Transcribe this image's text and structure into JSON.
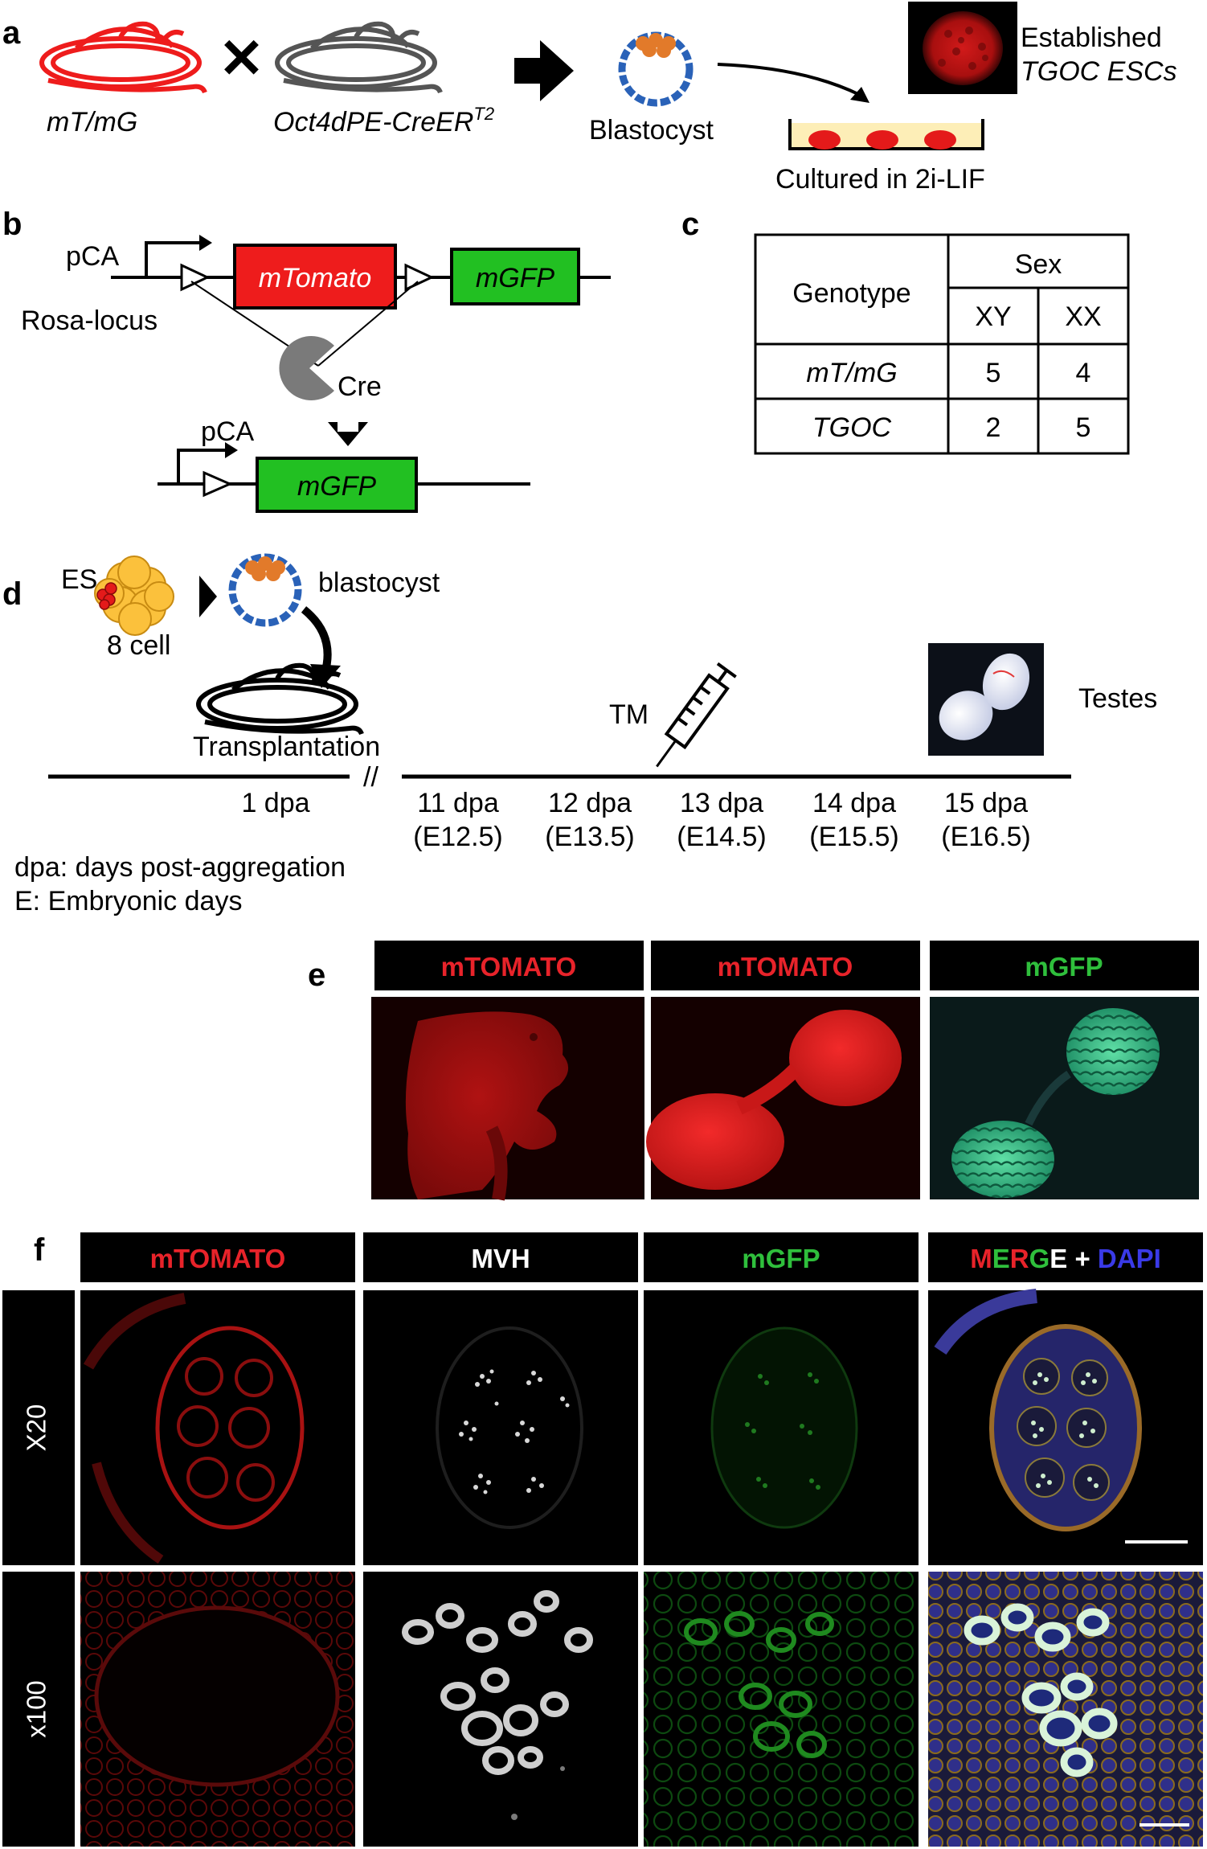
{
  "panels": {
    "a": {
      "label": "a",
      "mouse1": "mT/mG",
      "mouse2": "Oct4dPE-CreER",
      "mouse2_sup": "T2",
      "cross": "✕",
      "blastocyst": "Blastocyst",
      "culture": "Cultured in 2i-LIF",
      "established_line1": "Established",
      "established_line2": "TGOC ESCs"
    },
    "b": {
      "label": "b",
      "promoter": "pCA",
      "locus": "Rosa-locus",
      "gene_red": "mTomato",
      "gene_green": "mGFP",
      "cre": "Cre",
      "promoter2": "pCA",
      "gene_green2": "mGFP"
    },
    "c": {
      "label": "c",
      "header_genotype": "Genotype",
      "header_sex": "Sex",
      "col_xy": "XY",
      "col_xx": "XX",
      "rows": [
        {
          "genotype": "mT/mG",
          "xy": "5",
          "xx": "4"
        },
        {
          "genotype": "TGOC",
          "xy": "2",
          "xx": "5"
        }
      ]
    },
    "d": {
      "label": "d",
      "es": "ES",
      "eight_cell": "8 cell",
      "blastocyst": "blastocyst",
      "transplantation": "Transplantation",
      "tm": "TM",
      "testes": "Testes",
      "break_mark": "//",
      "timepoints": [
        {
          "dpa": "1 dpa",
          "e": ""
        },
        {
          "dpa": "11 dpa",
          "e": "(E12.5)"
        },
        {
          "dpa": "12 dpa",
          "e": "(E13.5)"
        },
        {
          "dpa": "13 dpa",
          "e": "(E14.5)"
        },
        {
          "dpa": "14 dpa",
          "e": "(E15.5)"
        },
        {
          "dpa": "15 dpa",
          "e": "(E16.5)"
        }
      ],
      "legend1": "dpa: days post-aggregation",
      "legend2": "E: Embryonic days"
    },
    "e": {
      "label": "e",
      "headers": [
        "mTOMATO",
        "mTOMATO",
        "mGFP"
      ]
    },
    "f": {
      "label": "f",
      "col_headers": [
        "mTOMATO",
        "MVH",
        "mGFP"
      ],
      "merge": {
        "m1": "M",
        "m2": "E",
        "m3": "R",
        "m4": "G",
        "m5": "E",
        "plus": " + ",
        "dapi": "DAPI"
      },
      "row_labels": [
        "X20",
        "x100"
      ]
    }
  },
  "colors": {
    "red": "#ee1c1c",
    "green": "#22c022",
    "header_red": "#e8232a",
    "header_green": "#2fbf3c",
    "dapi_blue": "#3a3ae8",
    "gray": "#6e6e6e"
  }
}
